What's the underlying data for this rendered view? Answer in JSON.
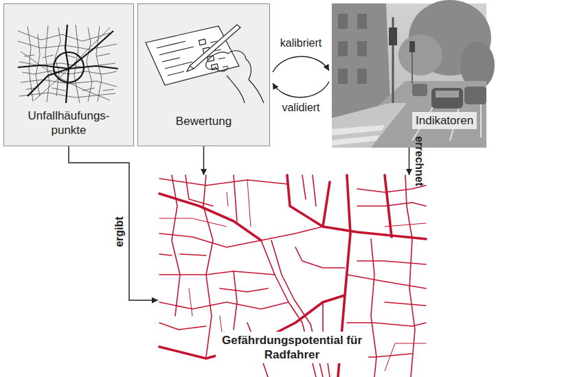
{
  "diagram": {
    "nodes": [
      {
        "text": [
          "Unfallhäufungs- punkte"
        ]
      },
      {
        "text": [
          "Bewertung"
        ]
      },
      {
        "text": [
          "Indikatoren"
        ]
      },
      {
        "text": [
          "Gefährdungspotential für Radfahrer"
        ]
      }
    ],
    "edges": [
      {
        "from": 1,
        "to": 2,
        "label": "kalibriert",
        "arrow": "to"
      },
      {
        "from": 2,
        "to": 1,
        "label": "validiert",
        "arrow": "to"
      },
      {
        "from": 0,
        "to": 3,
        "label": "ergibt",
        "arrow": "to"
      },
      {
        "from": 1,
        "to": 3,
        "arrow": "to"
      },
      {
        "from": 2,
        "to": 3,
        "label": "errechnet",
        "arrow": "to"
      }
    ]
  }
}
